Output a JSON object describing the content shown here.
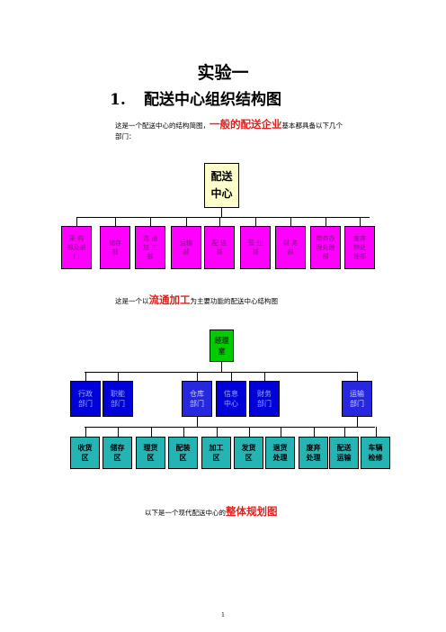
{
  "doc": {
    "title": "实验一",
    "section_number": "1.",
    "section_title": "配送中心组织结构图",
    "para1_pre": "这是一个配送中心的结构简图，",
    "para1_em": "一般的配送企业",
    "para1_post": "基本都具备以下几个",
    "para1_line2": "部门：",
    "para2_pre": "这是一个以",
    "para2_em": "流通加工",
    "para2_post": "为主要功能的配送中心结构图",
    "para3_pre": "以下是一个现代配送中心的",
    "para3_em": "整体规划图",
    "page_number": "1"
  },
  "chart1": {
    "root": "配送\n中心",
    "departments": [
      "采 购\n部及部\n门",
      "储存\n部",
      "流 通\n加 工\n部",
      "运输\n部",
      "配 送\n部",
      "营 业\n部",
      "财 务\n部",
      "商务办\n理处理\n部",
      "废弃\n物处\n理部"
    ]
  },
  "chart2": {
    "root": "经理\n室",
    "departments": [
      "行政\n部门",
      "职能\n部门",
      "仓库\n部门",
      "信息\n中心",
      "财务\n部门",
      "运输\n部门"
    ],
    "areas": [
      "收货\n区",
      "储存\n区",
      "理货\n区",
      "配装\n区",
      "加工\n区",
      "发货\n区",
      "退货\n处理",
      "废弃\n处理",
      "配送\n运输",
      "车辆\n检修"
    ]
  },
  "colors": {
    "heading_emphasis": "#e0201c",
    "chart1_root": "#ffffcc",
    "chart1_dept": "#ff00ff",
    "chart2_root": "#00cc00",
    "chart2_dept": "#0000d8",
    "chart2_area": "#25b4b4"
  }
}
